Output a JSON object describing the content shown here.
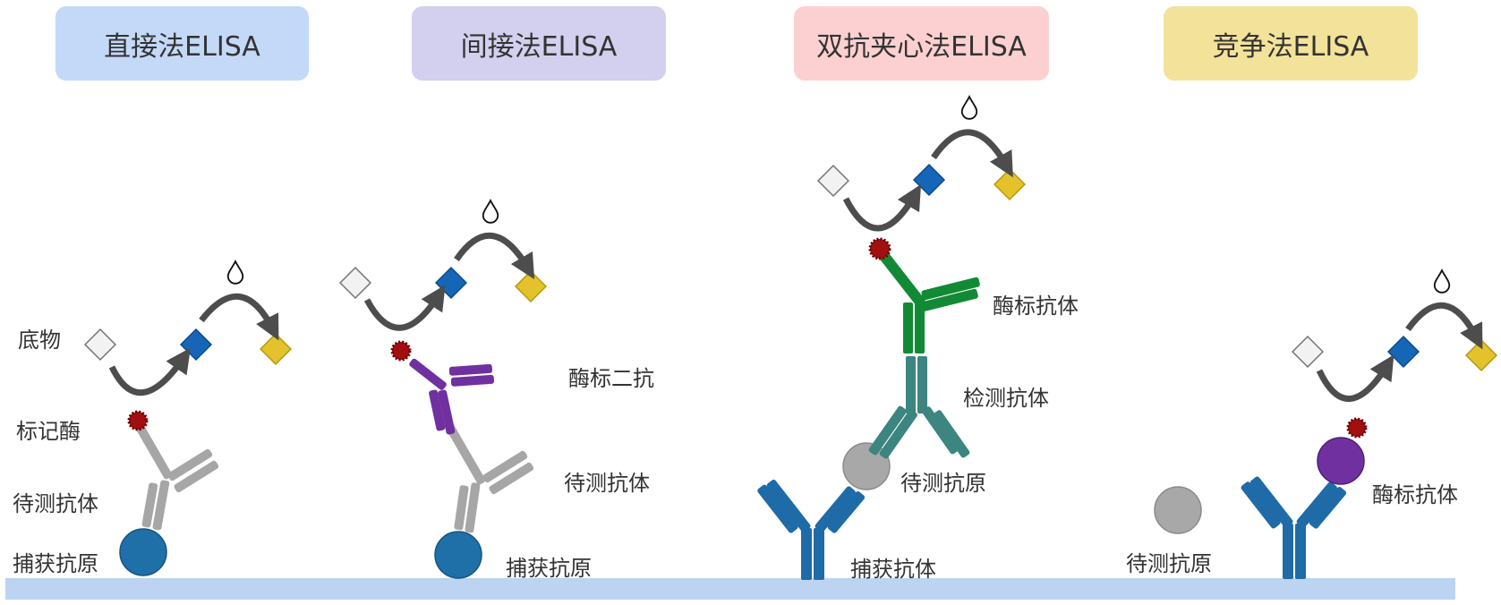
{
  "panels": [
    {
      "title": "直接法ELISA",
      "color": "#c4d9f7",
      "labels": {
        "substrate": "底物",
        "enzyme": "标记酶",
        "antibody": "待测抗体",
        "capture": "捕获抗原"
      }
    },
    {
      "title": "间接法ELISA",
      "color": "#d2d0ee",
      "labels": {
        "secondary": "酶标二抗",
        "antibody": "待测抗体",
        "capture": "捕获抗原"
      }
    },
    {
      "title": "双抗夹心法ELISA",
      "color": "#fcd0d1",
      "labels": {
        "enzyme_ab": "酶标抗体",
        "detect_ab": "检测抗体",
        "antigen": "待测抗原",
        "capture": "捕获抗体"
      }
    },
    {
      "title": "竞争法ELISA",
      "color": "#f3e29a",
      "labels": {
        "antigen": "待测抗原",
        "enzyme_ab": "酶标抗体"
      }
    }
  ],
  "colors": {
    "plate": "#bcd4f2",
    "substrate": "#f2f2f2",
    "intermediate": "#1666b8",
    "product": "#e3c22c",
    "enzyme": "#a01010",
    "arrow": "#4d4d4d",
    "antibody_grey": "#a6a6a6",
    "antigen_blue": "#1f6fa8",
    "secondary_purple": "#7030a0",
    "enzyme_ab_green": "#128a35",
    "detect_ab_teal": "#3c8581",
    "capture_ab_blue": "#1e6ba8",
    "antigen_grey": "#a8a8a8"
  },
  "icons": [
    "water-drop-icon"
  ]
}
